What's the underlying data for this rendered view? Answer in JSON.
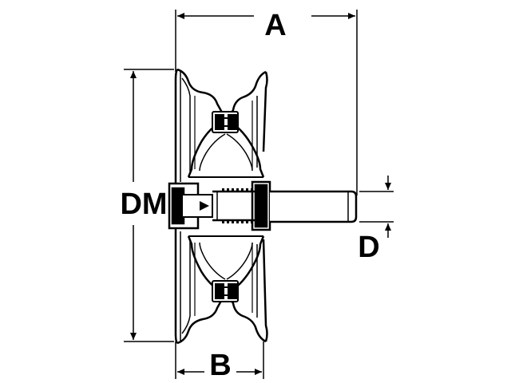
{
  "labels": {
    "overall_width": "A",
    "wheel_diameter": "DM",
    "hub_width": "B",
    "axle_diameter": "D"
  },
  "colors": {
    "line": "#000000",
    "background": "#ffffff"
  }
}
